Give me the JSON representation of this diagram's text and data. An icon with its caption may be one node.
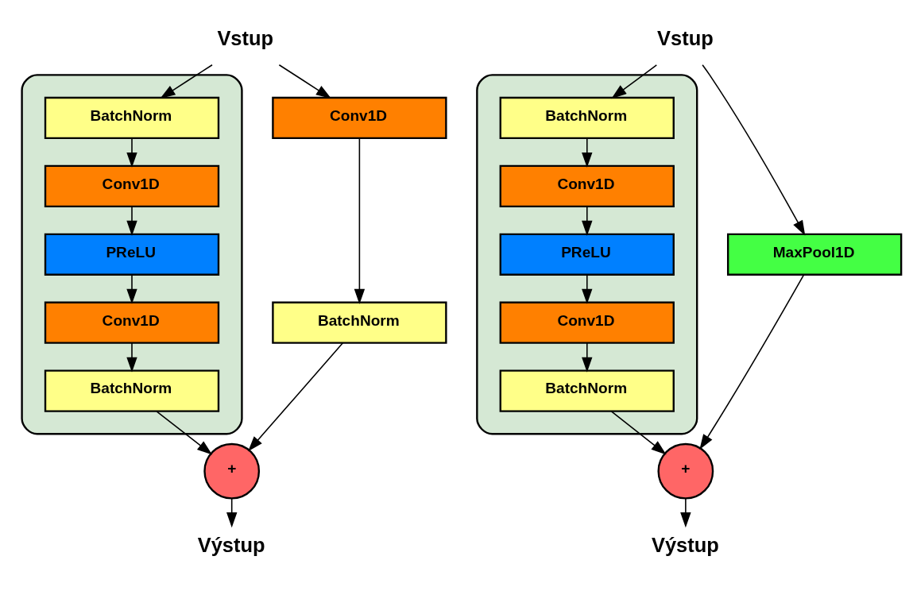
{
  "diagram": {
    "nodes": [
      {
        "text": [
          "Vstup"
        ]
      },
      {
        "text": [],
        "shape": "box"
      },
      {
        "text": [
          "BatchNorm"
        ],
        "in": 1
      },
      {
        "text": [
          "Conv1D"
        ],
        "in": 1
      },
      {
        "text": [
          "PReLU"
        ],
        "in": 1
      },
      {
        "text": [
          "Conv1D"
        ],
        "in": 1
      },
      {
        "text": [
          "BatchNorm"
        ],
        "in": 1
      },
      {
        "text": [
          "Conv1D"
        ]
      },
      {
        "text": [
          "BatchNorm"
        ]
      },
      {
        "text": [
          "+"
        ]
      },
      {
        "text": [
          "Výstup"
        ]
      },
      {
        "text": [
          "Vstup"
        ]
      },
      {
        "text": [],
        "shape": "box"
      },
      {
        "text": [
          "BatchNorm"
        ],
        "in": 12
      },
      {
        "text": [
          "Conv1D"
        ],
        "in": 12
      },
      {
        "text": [
          "PReLU"
        ],
        "in": 12
      },
      {
        "text": [
          "Conv1D"
        ],
        "in": 12
      },
      {
        "text": [
          "BatchNorm"
        ],
        "in": 12
      },
      {
        "text": [
          "MaxPool1D"
        ]
      },
      {
        "text": [
          "+"
        ]
      },
      {
        "text": [
          "Výstup"
        ]
      }
    ],
    "edges": [
      {
        "from": 0,
        "to": 2,
        "arrow": "to"
      },
      {
        "from": 2,
        "to": 3,
        "arrow": "to"
      },
      {
        "from": 3,
        "to": 4,
        "arrow": "to"
      },
      {
        "from": 4,
        "to": 5,
        "arrow": "to"
      },
      {
        "from": 5,
        "to": 6,
        "arrow": "to"
      },
      {
        "from": 6,
        "to": 9,
        "arrow": "to"
      },
      {
        "from": 0,
        "to": 7,
        "arrow": "to"
      },
      {
        "from": 7,
        "to": 8,
        "arrow": "to"
      },
      {
        "from": 8,
        "to": 9,
        "arrow": "to"
      },
      {
        "from": 9,
        "to": 10,
        "arrow": "to"
      },
      {
        "from": 11,
        "to": 13,
        "arrow": "to"
      },
      {
        "from": 13,
        "to": 14,
        "arrow": "to"
      },
      {
        "from": 14,
        "to": 15,
        "arrow": "to"
      },
      {
        "from": 15,
        "to": 16,
        "arrow": "to"
      },
      {
        "from": 16,
        "to": 17,
        "arrow": "to"
      },
      {
        "from": 17,
        "to": 19,
        "arrow": "to"
      },
      {
        "from": 11,
        "to": 18,
        "arrow": "to"
      },
      {
        "from": 18,
        "to": 19,
        "arrow": "to"
      },
      {
        "from": 19,
        "to": 20,
        "arrow": "to"
      }
    ]
  }
}
